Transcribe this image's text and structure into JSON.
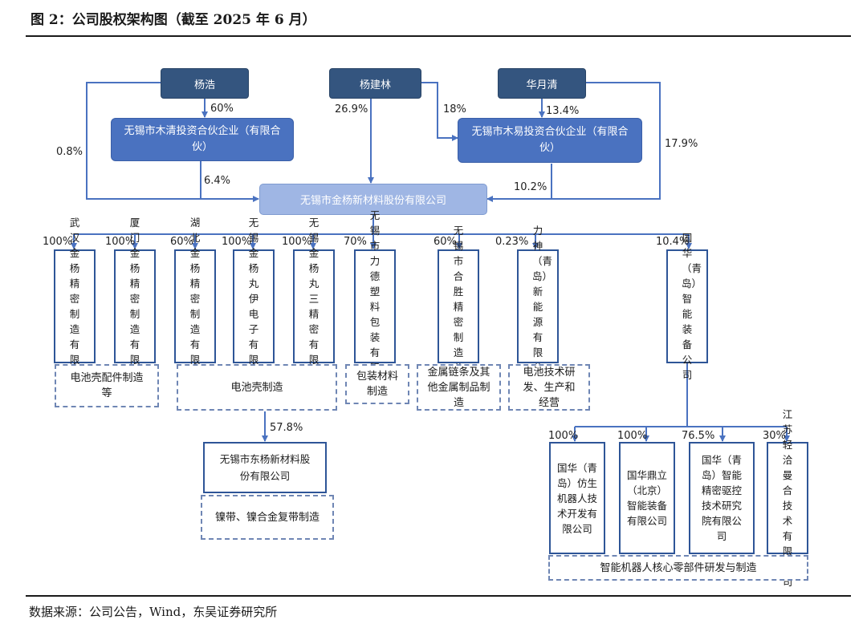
{
  "header": {
    "title": "图 2：公司股权架构图（截至 2025 年 6 月）"
  },
  "shareholders": {
    "yang_hao": "杨浩",
    "yang_jianlin": "杨建林",
    "hua_yueqing": "华月清"
  },
  "partnerships": {
    "muqing": "无锡市木清投资合伙企业（有限合伙）",
    "muyi": "无锡市木易投资合伙企业（有限合伙）"
  },
  "company": "无锡市金杨新材料股份有限公司",
  "percentages": {
    "yh_to_muqing": "60%",
    "yh_to_company": "0.8%",
    "muqing_to_company": "6.4%",
    "yjl_to_company": "26.9%",
    "yjl_to_muyi": "18%",
    "hyq_to_muyi": "13.4%",
    "hyq_to_company": "17.9%",
    "muyi_to_company": "10.2%",
    "dongyang": "57.8%"
  },
  "subsidiaries": [
    {
      "pct": "100%",
      "name": "武汉金杨精密制造有限公司"
    },
    {
      "pct": "100%",
      "name": "厦门金杨精密制造有限公司"
    },
    {
      "pct": "60%",
      "name": "湖北金杨精密制造有限公司"
    },
    {
      "pct": "100%",
      "name": "无锡金杨丸伊电子有限公司"
    },
    {
      "pct": "100%",
      "name": "无锡金杨丸三精密有限公司"
    },
    {
      "pct": "70%",
      "name": "无锡市力德塑料包装有限公司"
    },
    {
      "pct": "60%",
      "name": "无锡市合胜精密制造公司"
    },
    {
      "pct": "0.23%",
      "name": "力神（青岛）新能源有限公司"
    },
    {
      "pct": "10.4%",
      "name": "国华（青岛）智能装备公司"
    }
  ],
  "notes": {
    "n1": "电池壳配件制造等",
    "n2": "电池壳制造",
    "n3": "包装材料制造",
    "n4": "金属链条及其他金属制品制造",
    "n5": "电池技术研发、生产和经营",
    "n6": "镍带、镍合金复带制造",
    "n7": "智能机器人核心零部件研发与制造"
  },
  "dongyang": "无锡市东杨新材料股份有限公司",
  "guohua_subs": [
    {
      "pct": "100%",
      "name": "国华（青岛）仿生机器人技术开发有限公司"
    },
    {
      "pct": "100%",
      "name": "国华鼎立（北京）智能装备有限公司"
    },
    {
      "pct": "76.5%",
      "name": "国华（青岛）智能精密驱控技术研究院有限公司"
    },
    {
      "pct": "30%",
      "name": "江苏轻洽曼合技术有限公司"
    }
  ],
  "footer": {
    "source": "数据来源：公司公告，Wind，东吴证券研究所"
  }
}
